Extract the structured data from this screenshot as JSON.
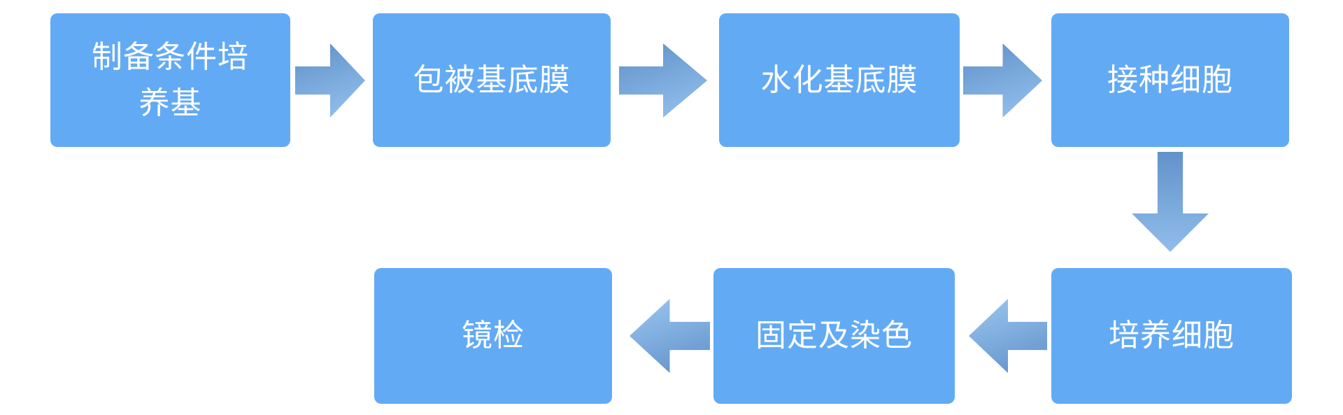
{
  "diagram": {
    "type": "flowchart",
    "colors": {
      "background": "#ffffff",
      "node_fill": "#63aaf5",
      "node_text": "#ffffff",
      "arrow_gradient_dark": "#5f90c9",
      "arrow_gradient_light": "#9cc7f1"
    },
    "nodes": [
      {
        "label": "制备条件培\n养基"
      },
      {
        "label": "包被基底膜"
      },
      {
        "label": "水化基底膜"
      },
      {
        "label": "接种细胞"
      },
      {
        "label": "培养细胞"
      },
      {
        "label": "固定及染色"
      },
      {
        "label": "镜检"
      }
    ],
    "edges": [
      {
        "from": "制备条件培养基",
        "to": "包被基底膜",
        "direction": "right"
      },
      {
        "from": "包被基底膜",
        "to": "水化基底膜",
        "direction": "right"
      },
      {
        "from": "水化基底膜",
        "to": "接种细胞",
        "direction": "right"
      },
      {
        "from": "接种细胞",
        "to": "培养细胞",
        "direction": "down"
      },
      {
        "from": "培养细胞",
        "to": "固定及染色",
        "direction": "left"
      },
      {
        "from": "固定及染色",
        "to": "镜检",
        "direction": "left"
      }
    ]
  }
}
